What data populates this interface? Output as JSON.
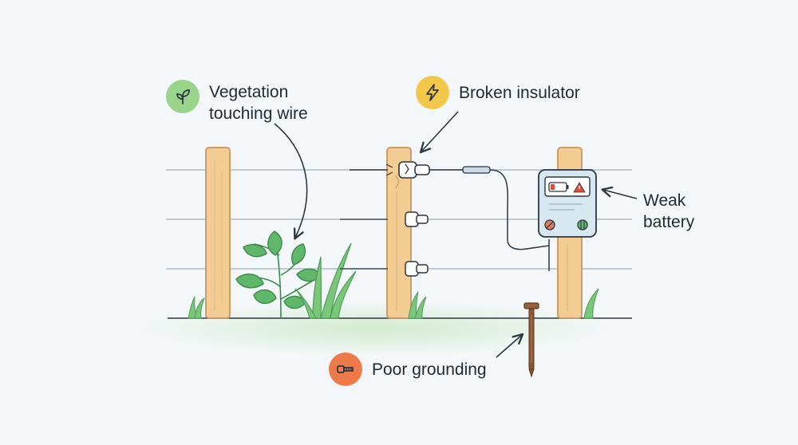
{
  "callouts": {
    "vegetation": {
      "line1": "Vegetation",
      "line2": "touching wire",
      "icon": "leaf-icon",
      "color": "#9ad48a"
    },
    "insulator": {
      "label": "Broken insulator",
      "icon": "lightning-bolt-icon",
      "color": "#f3c84a"
    },
    "battery": {
      "line1": "Weak",
      "line2": "battery",
      "icon": "low-battery-icon",
      "color": "#e04b3a"
    },
    "grounding": {
      "label": "Poor grounding",
      "icon": "bolt-screw-icon",
      "color": "#ee7a4a"
    }
  },
  "colors": {
    "post": "#f2cc93",
    "post_outline": "#c9965e",
    "wire": "#a9bcc8",
    "outline": "#2a3742",
    "leaf": "#5fb86a",
    "grass": "#7bc77a",
    "energizer_body": "#d6e7ef",
    "ground_rod": "#8a5733"
  }
}
